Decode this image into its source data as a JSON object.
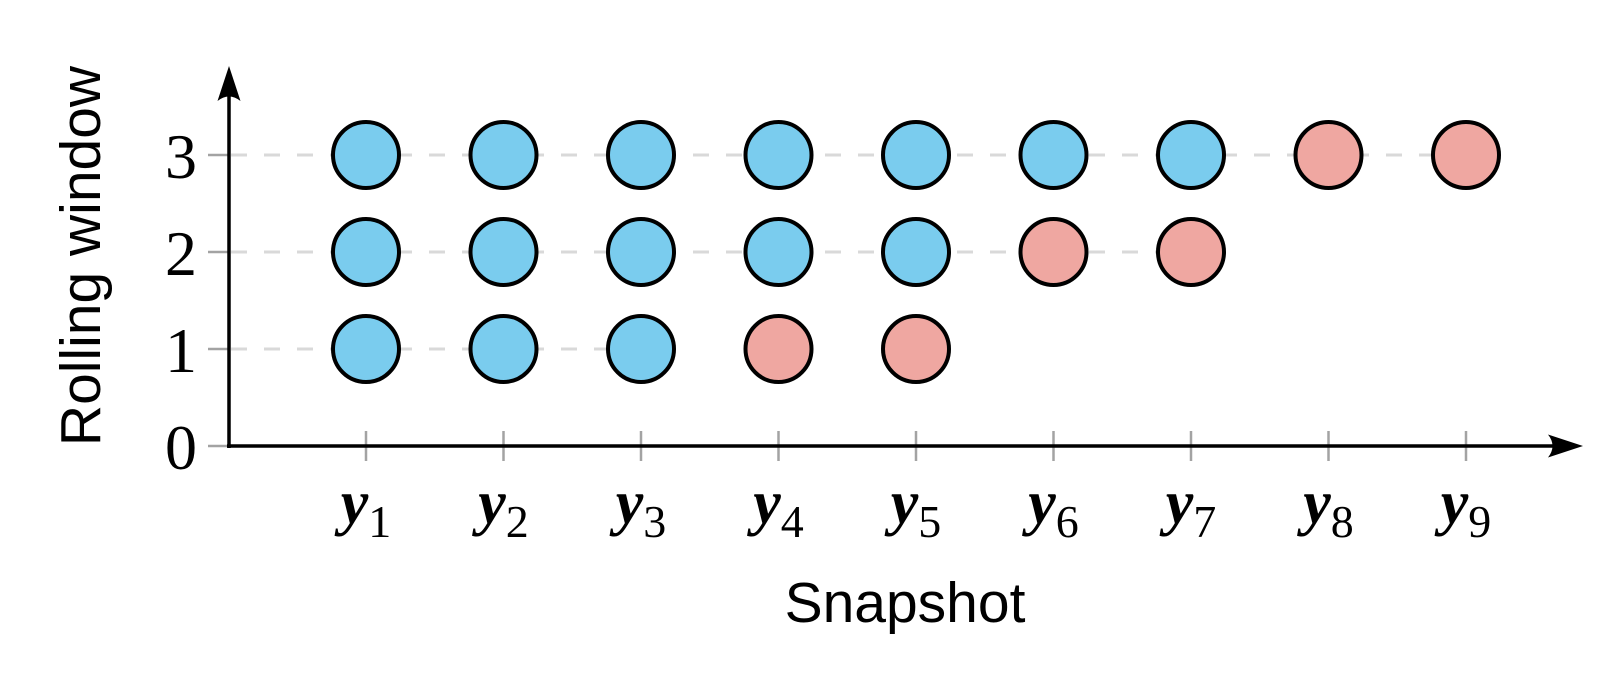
{
  "colors": {
    "background": "#FFFFFF",
    "blue_circle_fill": "#7ACCEE",
    "pink_circle_fill": "#EFA7A1",
    "circle_stroke": "#000000",
    "axis": "#000000",
    "gridline": "#D9D9D9",
    "tick": "#A3A3A3"
  },
  "chart_data": {
    "type": "scatter",
    "title": "",
    "xlabel": "Snapshot",
    "ylabel": "Rolling window",
    "x_range": [
      0,
      9.9
    ],
    "y_range": [
      0,
      3.9
    ],
    "grid": "horizontal dashed, drawn per-row up to last dot of that row",
    "legend": "none",
    "y_ticks": [
      "0",
      "1",
      "2",
      "3"
    ],
    "x_ticks": [
      {
        "base": "y",
        "sub": "1"
      },
      {
        "base": "y",
        "sub": "2"
      },
      {
        "base": "y",
        "sub": "3"
      },
      {
        "base": "y",
        "sub": "4"
      },
      {
        "base": "y",
        "sub": "5"
      },
      {
        "base": "y",
        "sub": "6"
      },
      {
        "base": "y",
        "sub": "7"
      },
      {
        "base": "y",
        "sub": "8"
      },
      {
        "base": "y",
        "sub": "9"
      }
    ],
    "gridlines": [
      {
        "y": 3,
        "from_x": 0,
        "to_x": 9
      },
      {
        "y": 2,
        "from_x": 0,
        "to_x": 7
      },
      {
        "y": 1,
        "from_x": 0,
        "to_x": 3
      }
    ],
    "series": [
      {
        "name": "blue-circles",
        "color": "#7ACCEE",
        "points": [
          [
            1,
            3
          ],
          [
            2,
            3
          ],
          [
            3,
            3
          ],
          [
            4,
            3
          ],
          [
            5,
            3
          ],
          [
            6,
            3
          ],
          [
            7,
            3
          ],
          [
            1,
            2
          ],
          [
            2,
            2
          ],
          [
            3,
            2
          ],
          [
            4,
            2
          ],
          [
            5,
            2
          ],
          [
            1,
            1
          ],
          [
            2,
            1
          ],
          [
            3,
            1
          ]
        ]
      },
      {
        "name": "pink-circles",
        "color": "#EFA7A1",
        "points": [
          [
            8,
            3
          ],
          [
            9,
            3
          ],
          [
            6,
            2
          ],
          [
            7,
            2
          ],
          [
            4,
            1
          ],
          [
            5,
            1
          ]
        ]
      }
    ]
  }
}
